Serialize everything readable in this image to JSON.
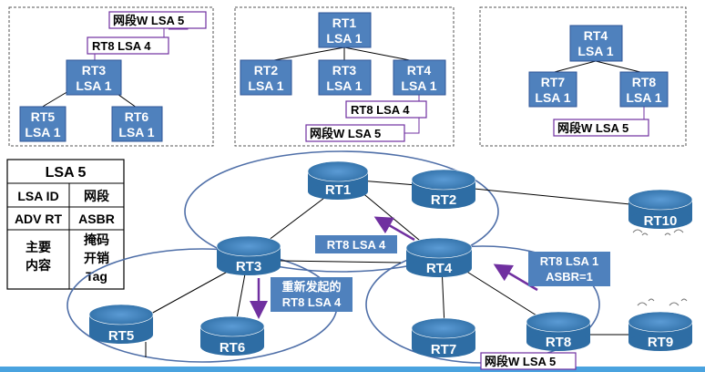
{
  "trees": {
    "left": {
      "root": {
        "name": "RT3",
        "lsa": "LSA 1"
      },
      "children": [
        {
          "name": "RT5",
          "lsa": "LSA 1"
        },
        {
          "name": "RT6",
          "lsa": "LSA 1"
        }
      ],
      "extra": [
        "RT8 LSA 4",
        "网段W LSA 5"
      ]
    },
    "middle": {
      "root": {
        "name": "RT1",
        "lsa": "LSA 1"
      },
      "children": [
        {
          "name": "RT2",
          "lsa": "LSA 1"
        },
        {
          "name": "RT3",
          "lsa": "LSA 1"
        },
        {
          "name": "RT4",
          "lsa": "LSA 1"
        }
      ],
      "extra": [
        "RT8 LSA 4",
        "网段W LSA 5"
      ]
    },
    "right": {
      "root": {
        "name": "RT4",
        "lsa": "LSA 1"
      },
      "children": [
        {
          "name": "RT7",
          "lsa": "LSA 1"
        },
        {
          "name": "RT8",
          "lsa": "LSA 1"
        }
      ],
      "extra": [
        "网段W LSA 5"
      ]
    }
  },
  "lsa_table": {
    "title": "LSA 5",
    "rows": [
      {
        "key": "LSA ID",
        "value": "网段"
      },
      {
        "key": "ADV RT",
        "value": "ASBR"
      },
      {
        "key_lines": [
          "主要",
          "内容"
        ],
        "value_lines": [
          "掩码",
          "开销",
          "Tag"
        ]
      }
    ]
  },
  "routers": {
    "RT1": "RT1",
    "RT2": "RT2",
    "RT3": "RT3",
    "RT4": "RT4",
    "RT5": "RT5",
    "RT6": "RT6",
    "RT7": "RT7",
    "RT8": "RT8",
    "RT9": "RT9",
    "RT10": "RT10"
  },
  "annotations": {
    "rt8_lsa4_top": "RT8 LSA 4",
    "regenerated": [
      "重新发起的",
      "RT8 LSA 4"
    ],
    "rt8_lsa1": [
      "RT8 LSA 1",
      "ASBR=1"
    ],
    "network_w": "网段W LSA 5"
  },
  "colors": {
    "router_blue": "#4f81bd",
    "arrow_purple": "#7030a0",
    "area_line": "#4f6fa8"
  }
}
